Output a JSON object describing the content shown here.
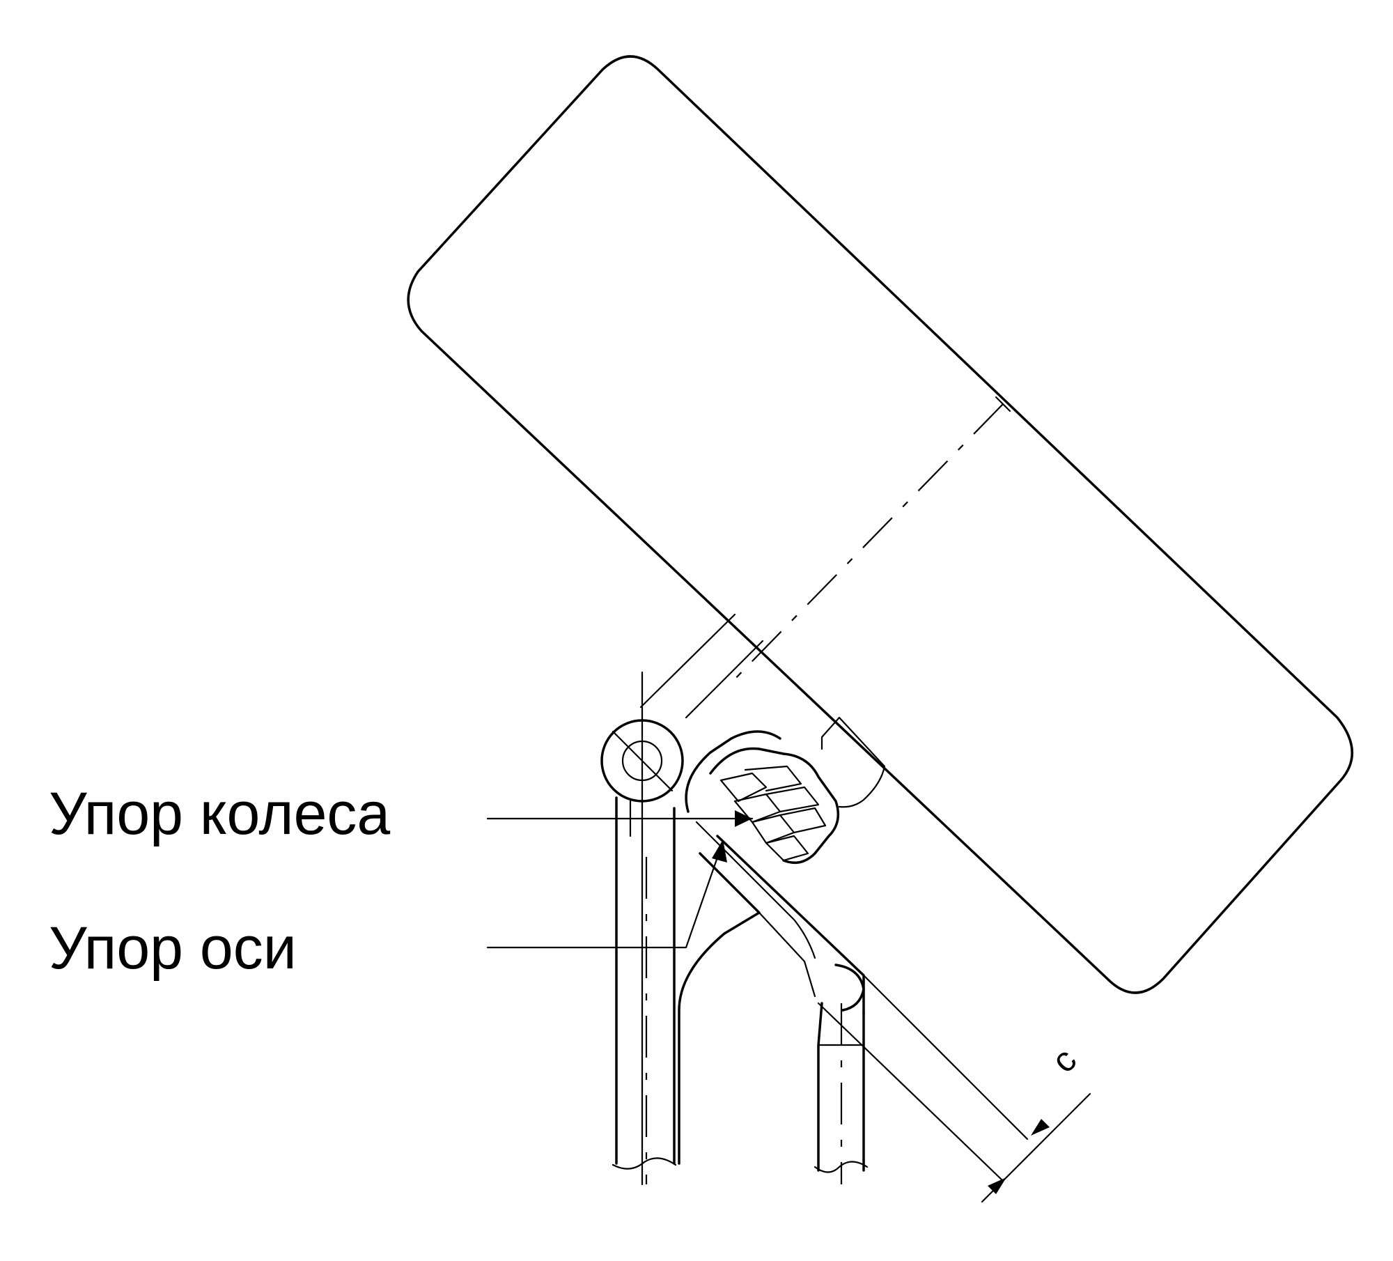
{
  "labels": {
    "wheel_stop": "Упор колеса",
    "axle_stop": "Упор оси",
    "dimension": "c"
  },
  "colors": {
    "line": "#000000",
    "background": "#ffffff"
  }
}
